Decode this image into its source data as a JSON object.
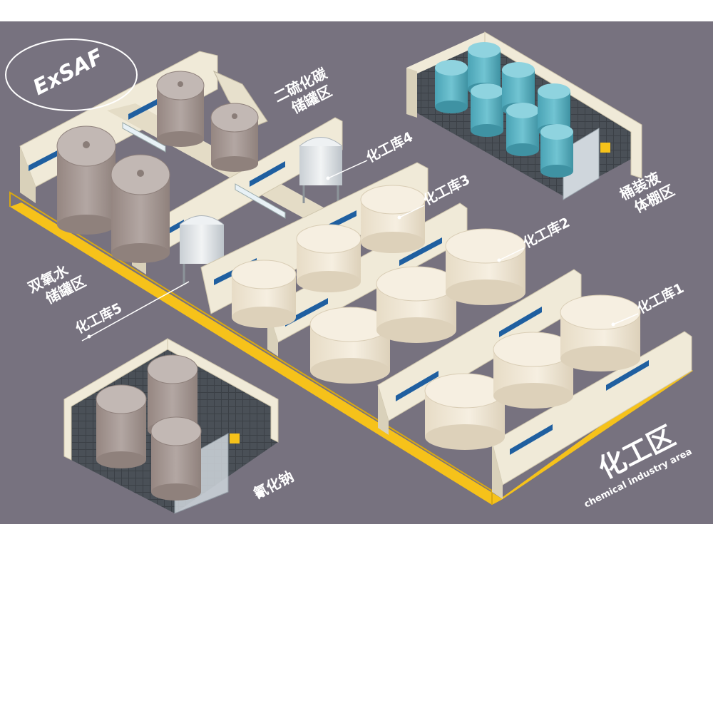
{
  "brand": {
    "logo_text": "ExSAF"
  },
  "area": {
    "title": "化工区",
    "subtitle": "chemical industry area"
  },
  "zones": {
    "cs2": {
      "line1": "二硫化碳",
      "line2": "储罐区"
    },
    "h2o2": {
      "line1": "双氧水",
      "line2": "储罐区"
    },
    "drums": {
      "line1": "桶装液",
      "line2": "体棚区"
    },
    "cyanide": {
      "line1": "氰化钠"
    },
    "wh1": {
      "label": "化工库1"
    },
    "wh2": {
      "label": "化工库2"
    },
    "wh3": {
      "label": "化工库3"
    },
    "wh4": {
      "label": "化工库4"
    },
    "wh5": {
      "label": "化工库5"
    }
  },
  "colors": {
    "background": "#77727f",
    "wall": "#f0ead8",
    "wall_dark": "#d9d1ba",
    "tank_cream": "#efe7d6",
    "tank_grey": "#a79a96",
    "drum_blue": "#5fb6c6",
    "walkway": "#f6c21a",
    "window": "#1f5fa0",
    "floor": "#4b5158"
  }
}
